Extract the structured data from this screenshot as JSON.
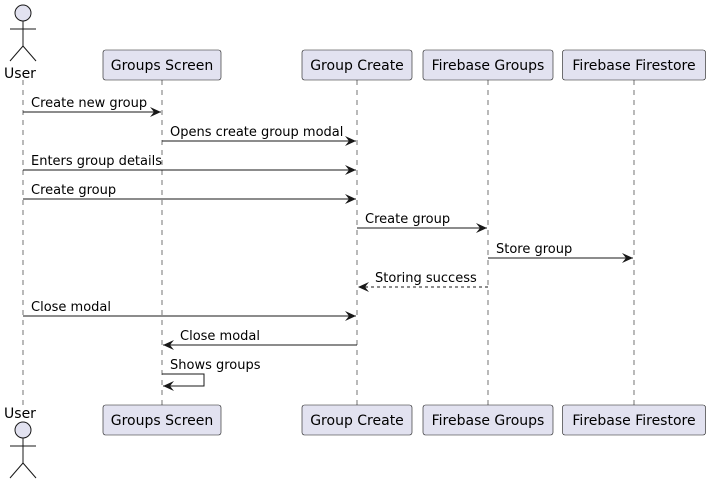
{
  "colors": {
    "participant_fill": "#E2E2F0",
    "participant_border": "#181818",
    "lifeline": "#181818",
    "arrow": "#181818"
  },
  "participants": [
    {
      "id": "user",
      "label": "User",
      "kind": "actor"
    },
    {
      "id": "groups_screen",
      "label": "Groups Screen",
      "kind": "box"
    },
    {
      "id": "group_create",
      "label": "Group Create",
      "kind": "box"
    },
    {
      "id": "firebase_groups",
      "label": "Firebase Groups",
      "kind": "box"
    },
    {
      "id": "firebase_firestore",
      "label": "Firebase Firestore",
      "kind": "box"
    }
  ],
  "messages": [
    {
      "from": "user",
      "to": "groups_screen",
      "label": "Create new group",
      "style": "solid"
    },
    {
      "from": "groups_screen",
      "to": "group_create",
      "label": "Opens create group modal",
      "style": "solid"
    },
    {
      "from": "user",
      "to": "group_create",
      "label": "Enters group details",
      "style": "solid"
    },
    {
      "from": "user",
      "to": "group_create",
      "label": "Create group",
      "style": "solid"
    },
    {
      "from": "group_create",
      "to": "firebase_groups",
      "label": "Create group",
      "style": "solid"
    },
    {
      "from": "firebase_groups",
      "to": "firebase_firestore",
      "label": "Store group",
      "style": "solid"
    },
    {
      "from": "firebase_groups",
      "to": "group_create",
      "label": "Storing success",
      "style": "dashed"
    },
    {
      "from": "user",
      "to": "group_create",
      "label": "Close modal",
      "style": "solid"
    },
    {
      "from": "group_create",
      "to": "groups_screen",
      "label": "Close modal",
      "style": "solid"
    },
    {
      "from": "groups_screen",
      "to": "groups_screen",
      "label": "Shows groups",
      "style": "self"
    }
  ]
}
